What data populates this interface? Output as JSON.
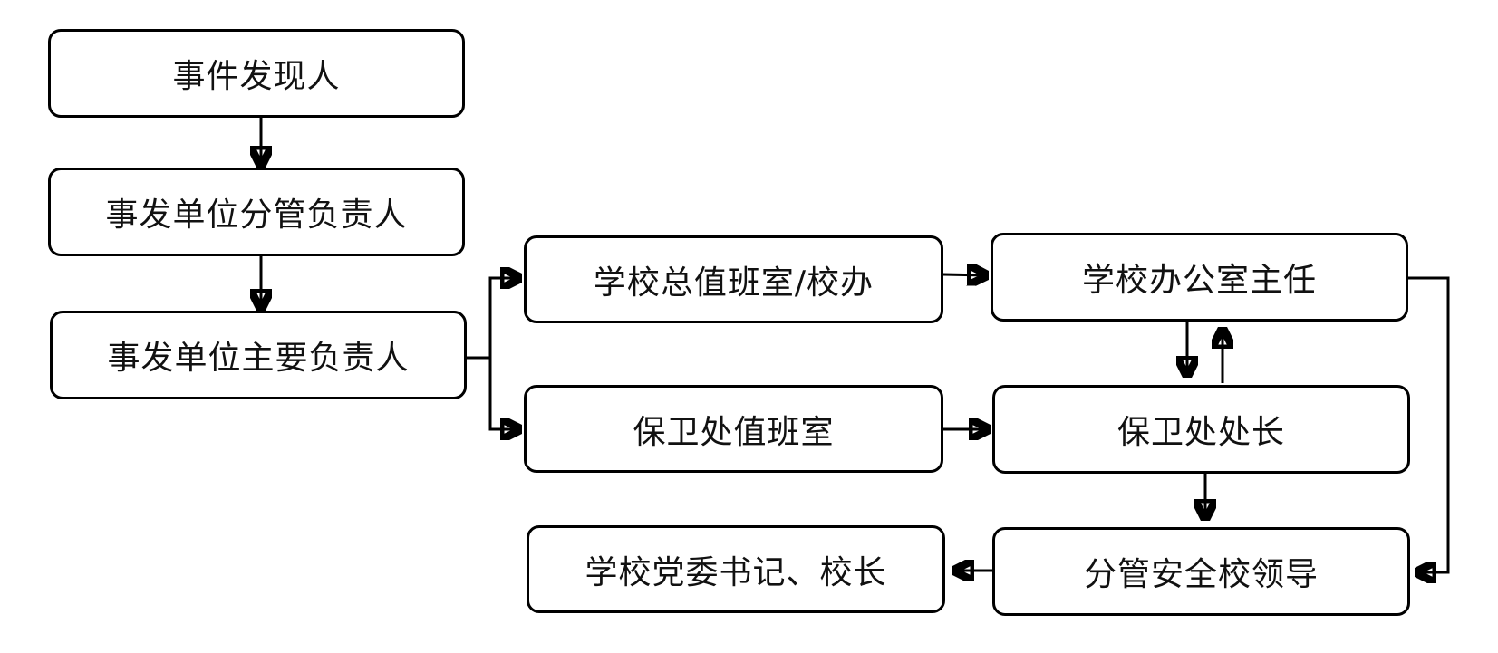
{
  "nodes": {
    "discoverer": "事件发现人",
    "unit_supervisor": "事发单位分管负责人",
    "unit_principal": "事发单位主要负责人",
    "duty_office": "学校总值班室/校办",
    "office_director": "学校办公室主任",
    "security_duty": "保卫处值班室",
    "security_chief": "保卫处处长",
    "party_secretary_president": "学校党委书记、校长",
    "safety_leader": "分管安全校领导"
  },
  "edges": [
    {
      "from": "discoverer",
      "to": "unit_supervisor"
    },
    {
      "from": "unit_supervisor",
      "to": "unit_principal"
    },
    {
      "from": "unit_principal",
      "to": "duty_office"
    },
    {
      "from": "unit_principal",
      "to": "security_duty"
    },
    {
      "from": "duty_office",
      "to": "office_director"
    },
    {
      "from": "security_duty",
      "to": "security_chief"
    },
    {
      "from": "office_director",
      "to": "security_chief"
    },
    {
      "from": "security_chief",
      "to": "office_director"
    },
    {
      "from": "security_chief",
      "to": "safety_leader"
    },
    {
      "from": "office_director",
      "to": "safety_leader"
    },
    {
      "from": "safety_leader",
      "to": "party_secretary_president"
    }
  ],
  "colors": {
    "stroke": "#000000",
    "fill": "#ffffff",
    "text": "#111111"
  }
}
